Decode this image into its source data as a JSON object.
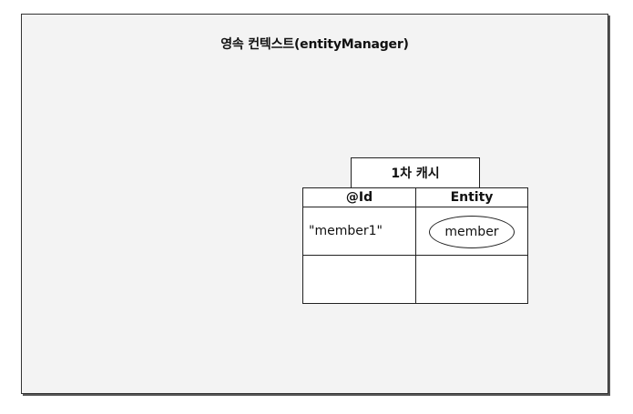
{
  "context": {
    "title": "영속 컨텍스트(entityManager)"
  },
  "cache": {
    "title": "1차 캐시",
    "columns": [
      "@Id",
      "Entity"
    ],
    "rows": [
      {
        "id": "\"member1\"",
        "entity": "member"
      },
      {
        "id": "",
        "entity": ""
      }
    ]
  }
}
